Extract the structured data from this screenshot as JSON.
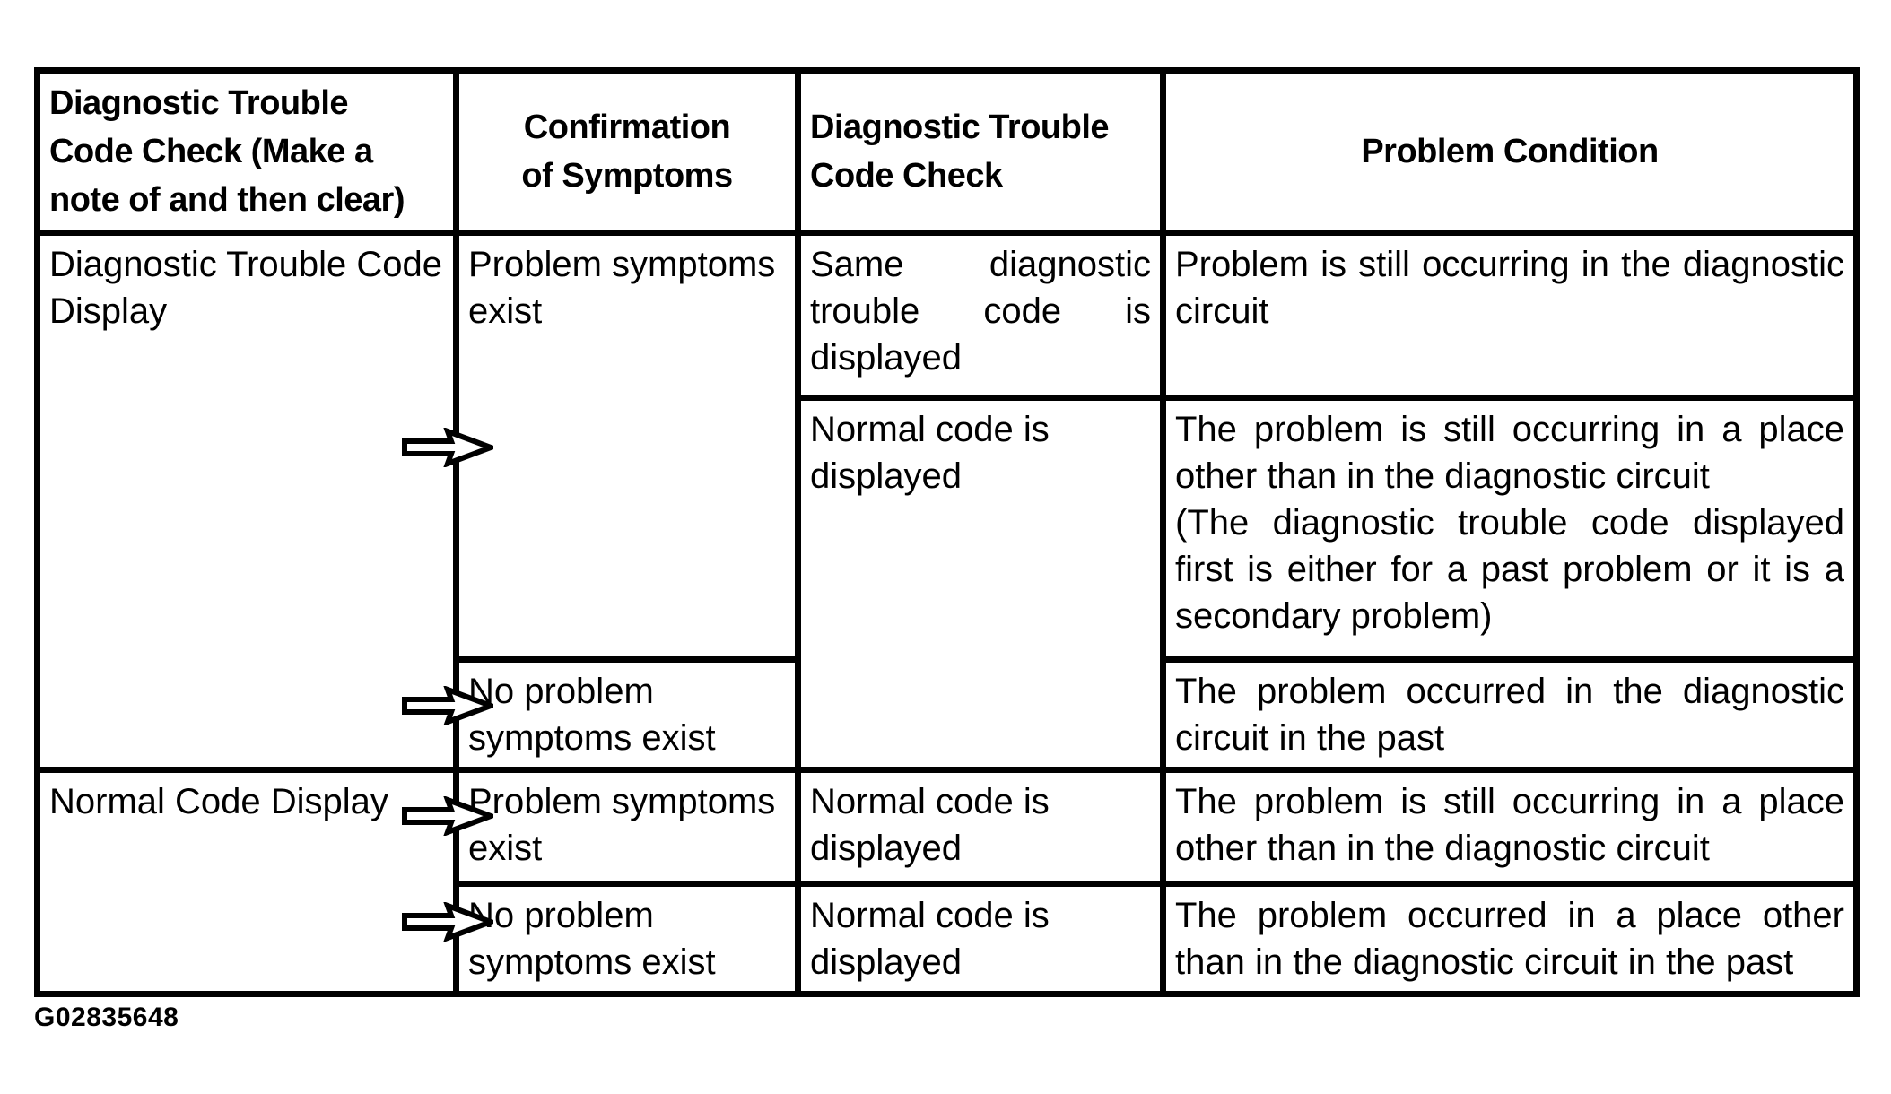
{
  "figure": {
    "caption": "G02835648"
  },
  "colors": {
    "ink": "#000000",
    "paper": "#ffffff"
  },
  "icons": {
    "row_pointer": "right-block-arrow"
  },
  "table": {
    "header": {
      "dtc_check_note": "Diagnostic Trouble\nCode Check (Make a\nnote of and then clear)",
      "confirmation_of_symptoms": "Confirmation\nof Symptoms",
      "dtc_check": "Diagnostic Trouble\nCode Check",
      "problem_condition": "Problem Condition"
    },
    "body": {
      "dtc_display": "Diagnostic Trouble Code Display",
      "normal_code_display_group": "Normal Code Display",
      "symptoms_exist_1": "Problem symptoms exist",
      "no_symptoms_1": "No problem symptoms exist",
      "symptoms_exist_2": "Problem symptoms exist",
      "no_symptoms_2": "No problem symptoms exist",
      "same_code_displayed": "Same diagnostic trouble code is displayed",
      "normal_code_displayed_1": "Normal code is displayed",
      "normal_code_displayed_2": "Normal code is displayed",
      "normal_code_displayed_3": "Normal code is displayed",
      "condition_r1": "Problem is still occurring in the diagnostic circuit",
      "condition_r2": "The problem is still occurring in a place other than in the diagnostic circuit\n(The diagnostic trouble code displayed first is either for a past problem or it is a secondary problem)",
      "condition_r3": "The problem occurred in the diagnostic circuit in the past",
      "condition_r4": "The problem is still occurring in a place other than in the diagnostic circuit",
      "condition_r5": "The problem occurred in a place other than in the diagnostic circuit in the past"
    }
  }
}
